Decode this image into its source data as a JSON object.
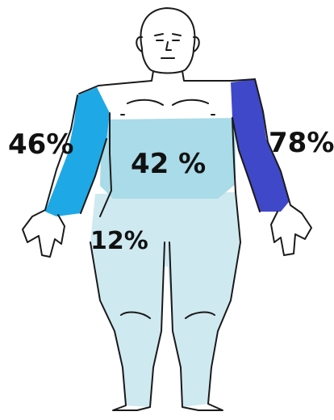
{
  "regions": {
    "left_arm": {
      "label": "46%",
      "color": "#1fa8e6"
    },
    "right_arm": {
      "label": "78%",
      "color": "#3f48c9"
    },
    "torso": {
      "label": "42 %",
      "color": "#a9dbe8"
    },
    "legs": {
      "label": "12%",
      "color": "#cfe9f1"
    }
  },
  "outline_color": "#1a1a1a"
}
